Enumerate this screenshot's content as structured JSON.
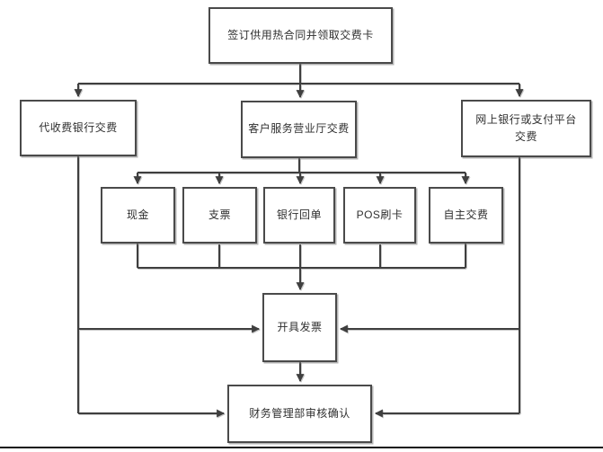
{
  "diagram": {
    "type": "flowchart",
    "nodes": {
      "sign_contract": {
        "label": "签订供用热合同并领取交费卡"
      },
      "bank_collection": {
        "label": "代收费银行交费"
      },
      "service_hall": {
        "label": "客户服务营业厅交费"
      },
      "online_payment": {
        "label": "网上银行或支付平台交费"
      },
      "cash": {
        "label": "现金"
      },
      "cheque": {
        "label": "支票"
      },
      "bank_receipt": {
        "label": "银行回单"
      },
      "pos_card": {
        "label": "POS刷卡"
      },
      "self_payment": {
        "label": "自主交费"
      },
      "issue_invoice": {
        "label": "开具发票"
      },
      "finance_audit": {
        "label": "财务管理部审核确认"
      }
    },
    "edges": [
      {
        "from": "sign_contract",
        "to": "bank_collection"
      },
      {
        "from": "sign_contract",
        "to": "service_hall"
      },
      {
        "from": "sign_contract",
        "to": "online_payment"
      },
      {
        "from": "service_hall",
        "to": "cash"
      },
      {
        "from": "service_hall",
        "to": "cheque"
      },
      {
        "from": "service_hall",
        "to": "bank_receipt"
      },
      {
        "from": "service_hall",
        "to": "pos_card"
      },
      {
        "from": "service_hall",
        "to": "self_payment"
      },
      {
        "from": "cash",
        "to": "issue_invoice"
      },
      {
        "from": "cheque",
        "to": "issue_invoice"
      },
      {
        "from": "bank_receipt",
        "to": "issue_invoice"
      },
      {
        "from": "pos_card",
        "to": "issue_invoice"
      },
      {
        "from": "self_payment",
        "to": "issue_invoice"
      },
      {
        "from": "bank_collection",
        "to": "issue_invoice"
      },
      {
        "from": "online_payment",
        "to": "issue_invoice"
      },
      {
        "from": "issue_invoice",
        "to": "finance_audit"
      },
      {
        "from": "bank_collection",
        "to": "finance_audit"
      },
      {
        "from": "online_payment",
        "to": "finance_audit"
      }
    ],
    "colors": {
      "line": "#3f3f3f",
      "box_border": "#4a4a4a",
      "text": "#2f2f2f",
      "background": "#ffffff",
      "bottom_rule": "#111111"
    }
  }
}
